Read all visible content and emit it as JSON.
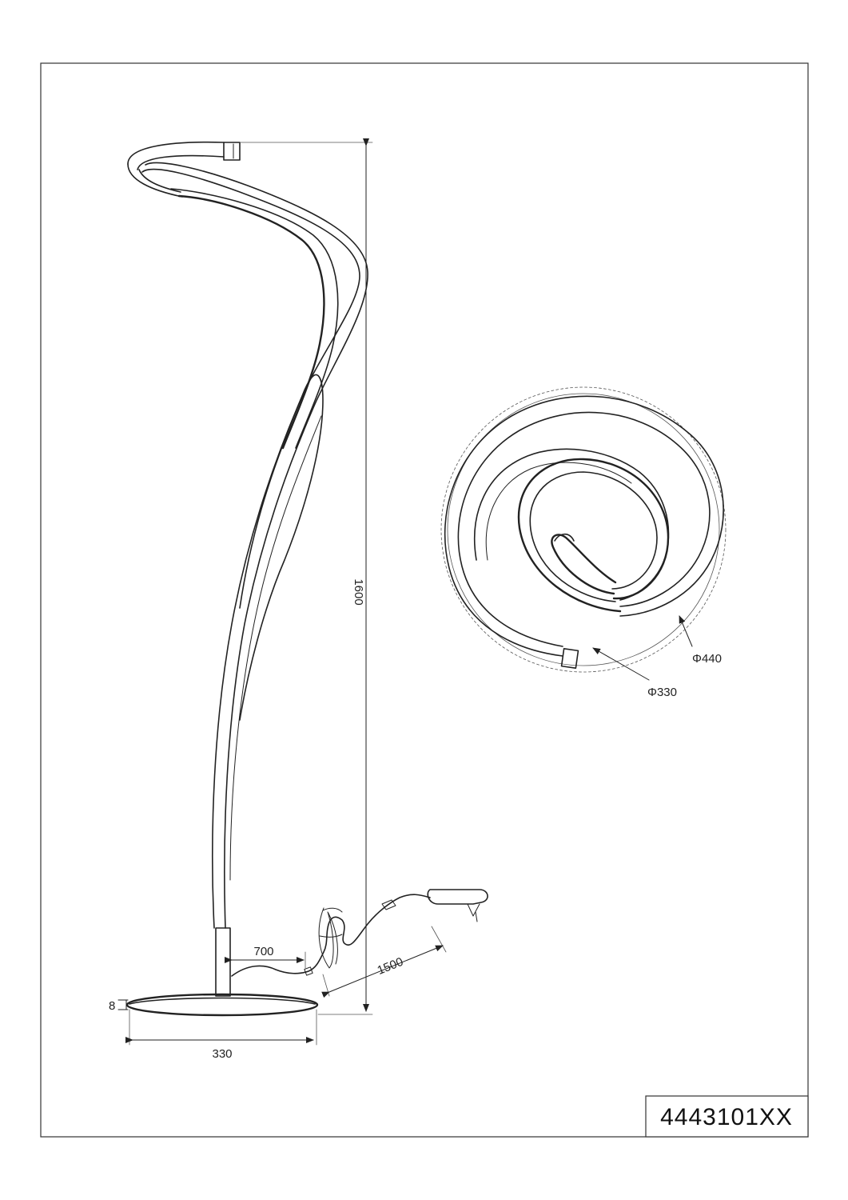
{
  "drawing": {
    "product_code": "4443101XX",
    "dimensions": {
      "height": "1600",
      "cable_to_switch": "700",
      "cable_to_plug": "1500",
      "base_thickness": "8",
      "base_diameter": "330",
      "outer_diameter": "Φ440",
      "inner_diameter": "Φ330"
    }
  }
}
